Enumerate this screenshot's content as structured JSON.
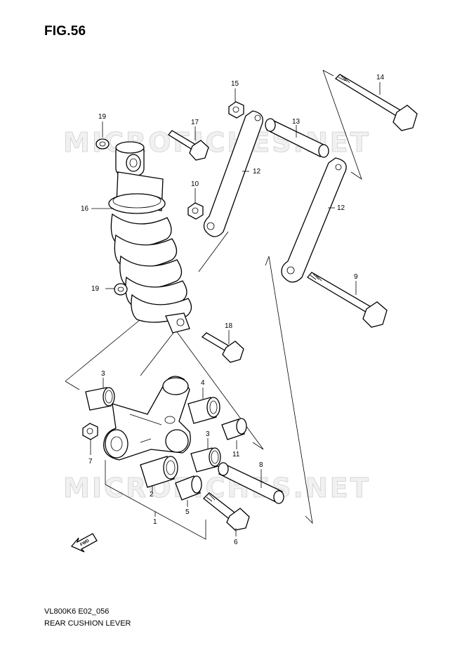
{
  "figure": {
    "title": "FIG.56",
    "model_code": "VL800K6 E02_056",
    "caption": "REAR CUSHION LEVER"
  },
  "watermark": "MICROFICHES.NET",
  "direction_arrow": {
    "label": "FWD",
    "icon": "forward-arrow-icon"
  },
  "callouts": {
    "p1": "1",
    "p2": "2",
    "p3a": "3",
    "p3b": "3",
    "p4": "4",
    "p5": "5",
    "p6": "6",
    "p7": "7",
    "p8": "8",
    "p9": "9",
    "p10": "10",
    "p11": "11",
    "p12a": "12",
    "p12b": "12",
    "p13": "13",
    "p14": "14",
    "p15": "15",
    "p16": "16",
    "p17": "17",
    "p18": "18",
    "p19a": "19",
    "p19b": "19"
  },
  "colors": {
    "line": "#000000",
    "background": "#ffffff",
    "watermark": "#cfcfcf"
  }
}
